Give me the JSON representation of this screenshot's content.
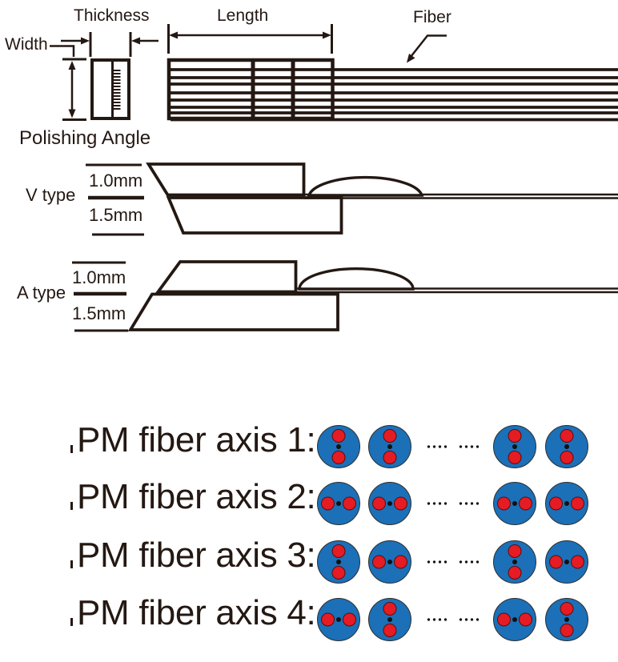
{
  "colors": {
    "ink": "#241813",
    "fiber_blue": "#1b70b8",
    "stress_rod_red": "#e51c23",
    "core_black": "#111111"
  },
  "labels": {
    "thickness": "Thickness",
    "length": "Length",
    "fiber": "Fiber",
    "width": "Width",
    "polishing_angle": "Polishing Angle"
  },
  "cross_sections": {
    "v_type": {
      "name": "V type",
      "top_thickness": "1.0mm",
      "bottom_thickness": "1.5mm"
    },
    "a_type": {
      "name": "A type",
      "top_thickness": "1.0mm",
      "bottom_thickness": "1.5mm"
    }
  },
  "pm_rows": [
    {
      "label": "PM fiber axis 1:",
      "left": [
        "v",
        "v"
      ],
      "right": [
        "v",
        "v"
      ]
    },
    {
      "label": "PM fiber axis 2:",
      "left": [
        "h",
        "h"
      ],
      "right": [
        "h",
        "h"
      ]
    },
    {
      "label": "PM fiber axis 3:",
      "left": [
        "v",
        "h"
      ],
      "right": [
        "v",
        "h"
      ]
    },
    {
      "label": "PM fiber axis 4:",
      "left": [
        "h",
        "v"
      ],
      "right": [
        "h",
        "v"
      ]
    }
  ]
}
